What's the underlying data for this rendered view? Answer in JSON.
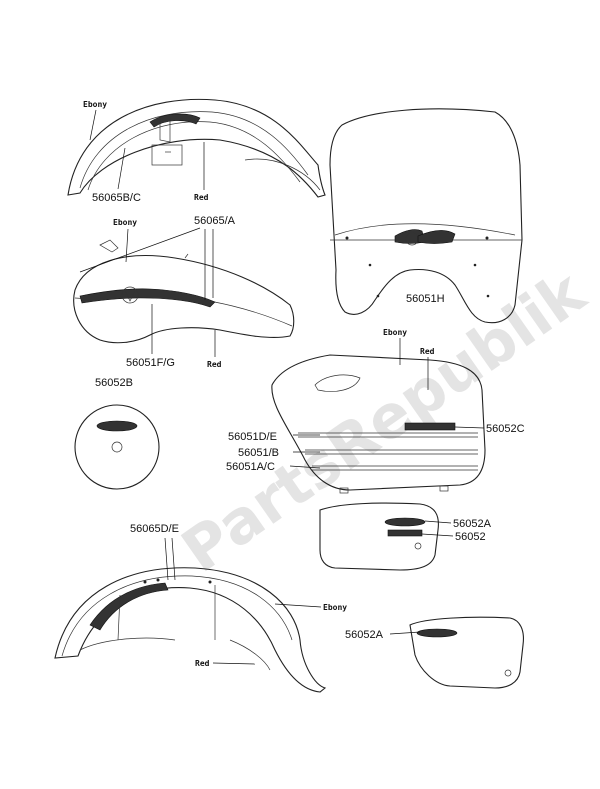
{
  "watermark": "PartsRepublik",
  "colors": {
    "line": "#222222",
    "watermark": "#cfcfcf",
    "background": "#ffffff"
  },
  "labels": {
    "rear_fender_top_part": "56065B/C",
    "rear_fender_top_ebony": "Ebony",
    "rear_fender_top_red": "Red",
    "windshield_part": "56051H",
    "tank_ebony": "Ebony",
    "tank_part_top": "56065/A",
    "tank_part_bottom": "56051F/G",
    "tank_red": "Red",
    "round_badge_part": "56052B",
    "side_cover_ebony": "Ebony",
    "side_cover_red": "Red",
    "side_cover_emblem": "56052C",
    "stripe_1": "56051D/E",
    "stripe_2": "56051/B",
    "stripe_3": "56051A/C",
    "small_cover_part_a": "56052A",
    "small_cover_part_b": "56052",
    "front_fender_part": "56065D/E",
    "front_fender_ebony": "Ebony",
    "front_fender_red": "Red",
    "lower_cover_part": "56052A"
  }
}
